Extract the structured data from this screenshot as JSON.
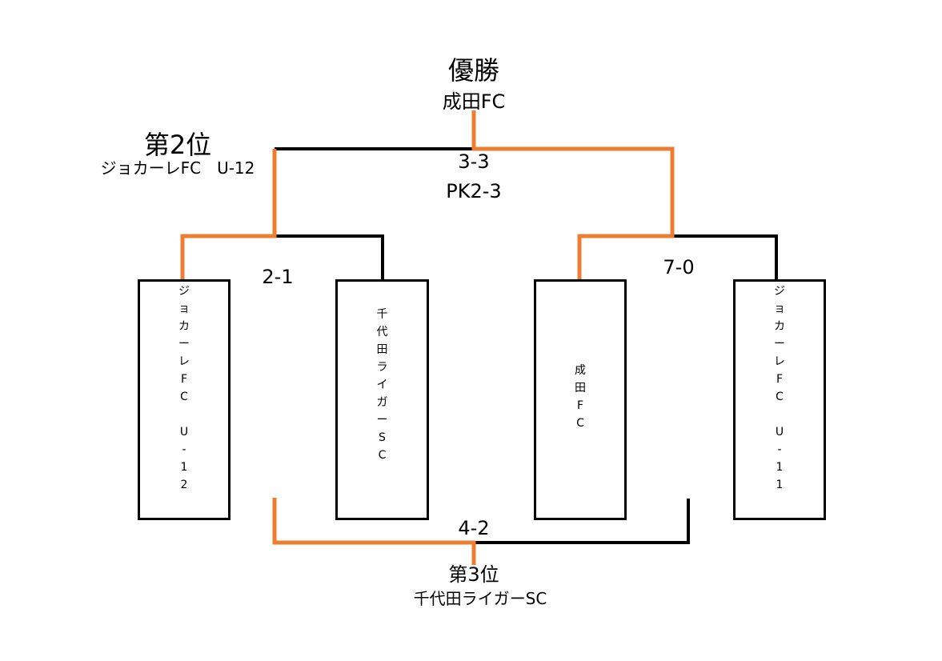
{
  "champion": {
    "heading": "優勝",
    "team": "成田FC"
  },
  "runner_up": {
    "heading": "第2位",
    "team": "ジョカーレFC　U-12"
  },
  "third": {
    "heading": "第3位",
    "team": "千代田ライガーSC"
  },
  "scores": {
    "final": "3-3",
    "final_pk": "PK2-3",
    "semi_left": "2-1",
    "semi_right": "7-0",
    "third_place": "4-2"
  },
  "teams": [
    {
      "name": "ジョカーレFC　U-12",
      "chars": [
        "ジ",
        "ョ",
        "カ",
        "ー",
        "レ",
        "F",
        "C",
        "",
        "U",
        "-",
        "1",
        "2"
      ]
    },
    {
      "name": "千代田ライガーSC",
      "chars": [
        "千",
        "代",
        "田",
        "ラ",
        "イ",
        "ガ",
        "ー",
        "S",
        "C"
      ]
    },
    {
      "name": "成田FC",
      "chars": [
        "成",
        "田",
        "F",
        "C"
      ]
    },
    {
      "name": "ジョカーレFC　U-11",
      "chars": [
        "ジ",
        "ョ",
        "カ",
        "ー",
        "レ",
        "F",
        "C",
        "",
        "U",
        "-",
        "1",
        "1"
      ]
    }
  ],
  "colors": {
    "winner_line": "#ED7D31",
    "loser_line": "#000000"
  }
}
